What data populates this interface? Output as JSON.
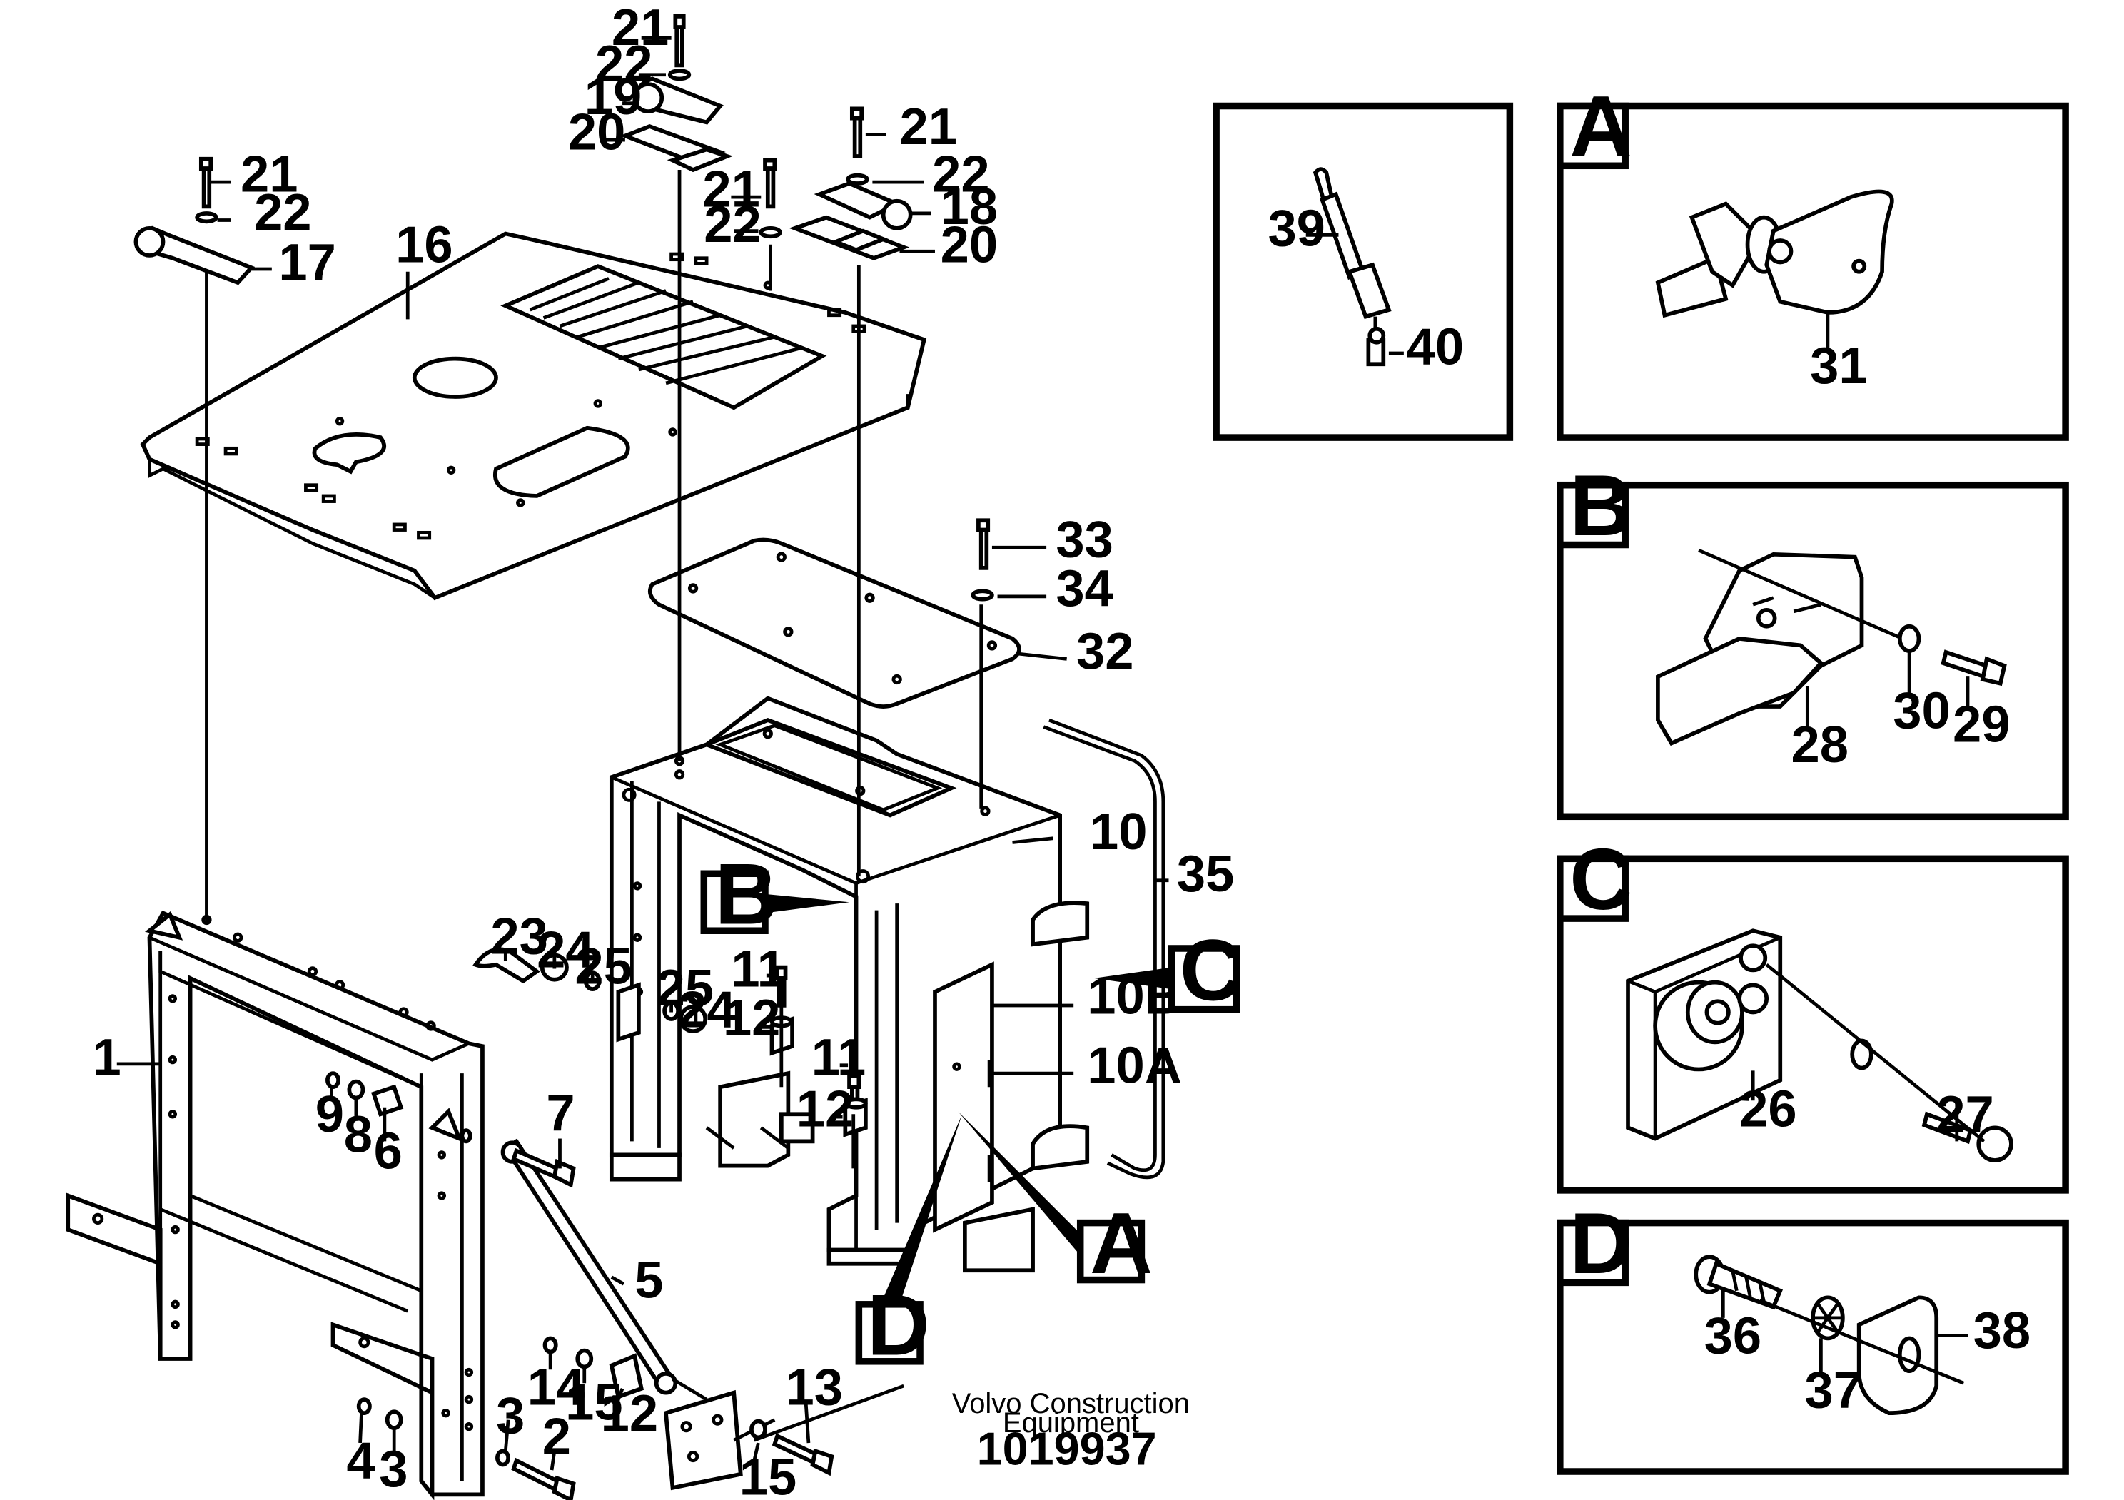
{
  "callouts": {
    "c1": "1",
    "c2": "2",
    "c3a": "3",
    "c3b": "3",
    "c4": "4",
    "c5": "5",
    "c6": "6",
    "c7": "7",
    "c8": "8",
    "c9": "9",
    "c10": "10",
    "c10a": "10A",
    "c10b": "10B",
    "c11a": "11",
    "c11b": "11",
    "c12a": "12",
    "c12b": "12",
    "c12c": "12",
    "c13": "13",
    "c14": "14",
    "c15a": "15",
    "c15b": "15",
    "c16": "16",
    "c17": "17",
    "c18": "18",
    "c19": "19",
    "c20a": "20",
    "c20b": "20",
    "c21a": "21",
    "c21b": "21",
    "c21c": "21",
    "c21d": "21",
    "c22a": "22",
    "c22b": "22",
    "c22c": "22",
    "c22d": "22",
    "c23": "23",
    "c24a": "24",
    "c24b": "24",
    "c25a": "25",
    "c25b": "25",
    "c26": "26",
    "c27": "27",
    "c28": "28",
    "c29": "29",
    "c30": "30",
    "c31": "31",
    "c32": "32",
    "c33": "33",
    "c34": "34",
    "c35": "35",
    "c36": "36",
    "c37": "37",
    "c38": "38",
    "c39": "39",
    "c40": "40"
  },
  "detail_tags": {
    "A": "A",
    "B": "B",
    "C": "C",
    "D": "D",
    "A_panel": "A",
    "B_panel": "B",
    "C_panel": "C",
    "D_panel": "D"
  },
  "footer": {
    "company_line1": "Volvo Construction",
    "company_line2": "Equipment",
    "drawing_number": "1019937"
  }
}
